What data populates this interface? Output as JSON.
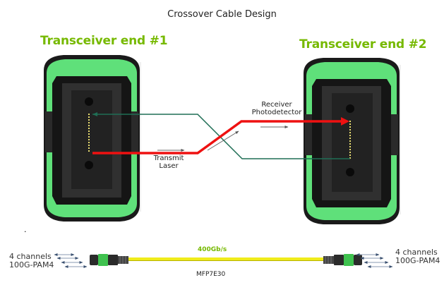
{
  "title": "Crossover Cable Design",
  "transceivers": [
    {
      "label": "Transceiver end  #1"
    },
    {
      "label": "Transceiver end #2"
    }
  ],
  "signals": {
    "transmit": {
      "line1": "Transmit",
      "line2": "Laser"
    },
    "receive": {
      "line1": "Receiver",
      "line2": "Photodetector"
    }
  },
  "cable": {
    "left_channels": {
      "line1": "4 channels",
      "line2": "100G-PAM4"
    },
    "right_channels": {
      "line1": "4 channels",
      "line2": "100G-PAM4"
    },
    "rate": "400Gb/s",
    "model": "MFP7E30",
    "marker": "."
  },
  "colors": {
    "brand_green": "#76b900",
    "connector_green": "#5fe07a",
    "transmit_red": "#ee1111",
    "receive_teal": "#1f6e55",
    "cable_yellow": "#f0ec1a"
  }
}
